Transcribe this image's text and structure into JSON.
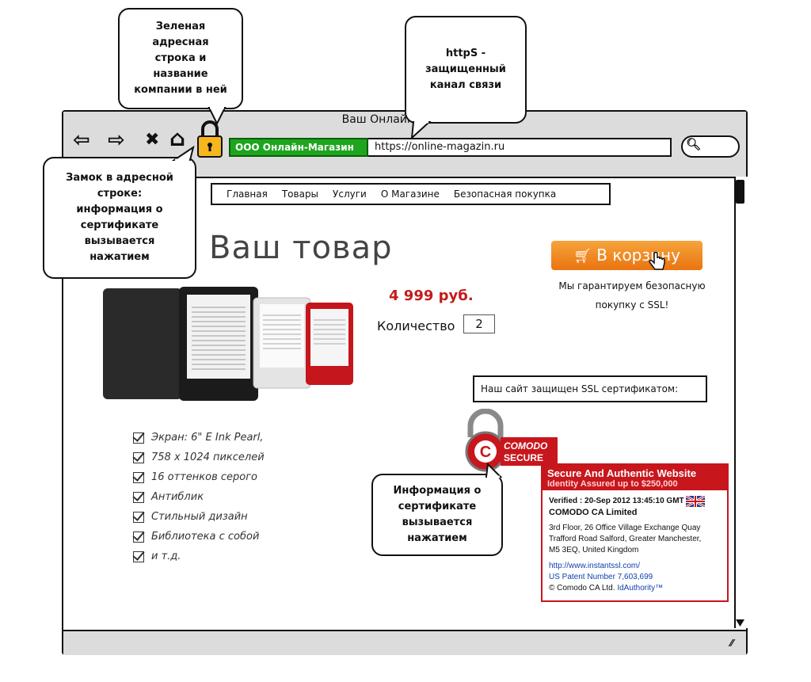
{
  "browser": {
    "window_title": "Ваш Онлайн-Магазин",
    "company_name": "ООО Онлайн-Магазин",
    "url": "https://online-magazin.ru",
    "nav_back": "⇦",
    "nav_forward": "⇨",
    "nav_stop": "✖",
    "nav_home": "⌂",
    "search_icon": "🔍︎",
    "resize_grip": "⁄⁄"
  },
  "menu": {
    "items": [
      {
        "label": "Главная"
      },
      {
        "label": "Товары"
      },
      {
        "label": "Услуги"
      },
      {
        "label": "О Магазине"
      },
      {
        "label": "Безопасная покупка"
      }
    ]
  },
  "product": {
    "title": "Ваш товар",
    "price": "4 999 руб.",
    "quantity_label": "Количество",
    "quantity_value": "2",
    "cart_button": "В корзину",
    "ssl_guarantee_line1": "Мы гарантируем безопасную",
    "ssl_guarantee_line2": "покупку с SSL!",
    "ssl_secured": "Наш сайт защищен SSL сертификатом:",
    "features": [
      "Экран: 6\" E Ink Pearl,",
      "758 x 1024 пикселей",
      "16 оттенков серого",
      "Антиблик",
      "Стильный дизайн",
      "Библиотека с собой",
      "и т.д."
    ]
  },
  "comodo": {
    "logo_line1": "COMODO",
    "logo_line2": "SECURE",
    "seal_title": "Secure And Authentic Website",
    "seal_subtitle": "Identity Assured up to $250,000",
    "verified": "Verified : 20-Sep 2012 13:45:10 GMT",
    "company": "COMODO CA Limited",
    "address1": "3rd Floor, 26 Office Village Exchange Quay",
    "address2": "Trafford Road Salford, Greater Manchester,",
    "address3": "M5 3EQ, United Kingdom",
    "link": "http://www.instantssl.com/",
    "patent": "US Patent Number 7,603,699",
    "copyright": "© Comodo CA Ltd.",
    "idauthority": "IdAuthority™"
  },
  "callouts": {
    "green_bar": [
      "Зеленая",
      "адресная",
      "строка и",
      "название",
      "компании в ней"
    ],
    "https": [
      "httpS -",
      "защищенный",
      "канал связи"
    ],
    "lock": [
      "Замок в адресной",
      "строке:",
      "информация о",
      "сертификате",
      "вызывается",
      "нажатием"
    ],
    "seal": [
      "Информация о",
      "сертификате",
      "вызывается",
      "нажатием"
    ]
  },
  "colors": {
    "company_green": "#1ea51e",
    "cart_orange": "#f08a22",
    "price_red": "#c41b1b",
    "comodo_red": "#c8161d"
  }
}
